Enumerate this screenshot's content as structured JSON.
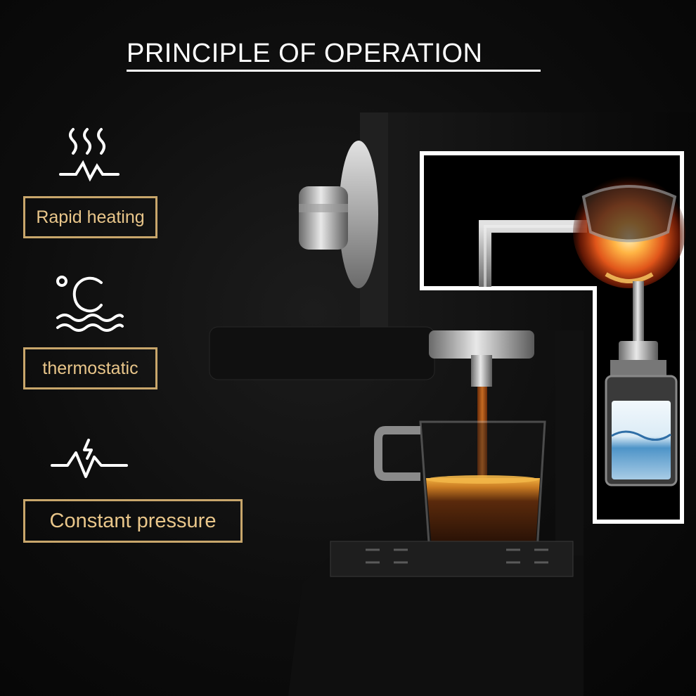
{
  "title": "PRINCIPLE OF OPERATION",
  "features": [
    {
      "label": "Rapid heating",
      "icon": "heat-waves-icon"
    },
    {
      "label": "thermostatic",
      "icon": "celsius-water-icon"
    },
    {
      "label": "Constant pressure",
      "icon": "pressure-pulse-icon"
    }
  ],
  "colors": {
    "background": "#0d0d0d",
    "accent_gold": "#c8a66b",
    "label_text": "#e9c68a",
    "title_text": "#ffffff",
    "coffee": "#7a3b12",
    "crema": "#d9922f",
    "water": "#6fb3e0"
  }
}
